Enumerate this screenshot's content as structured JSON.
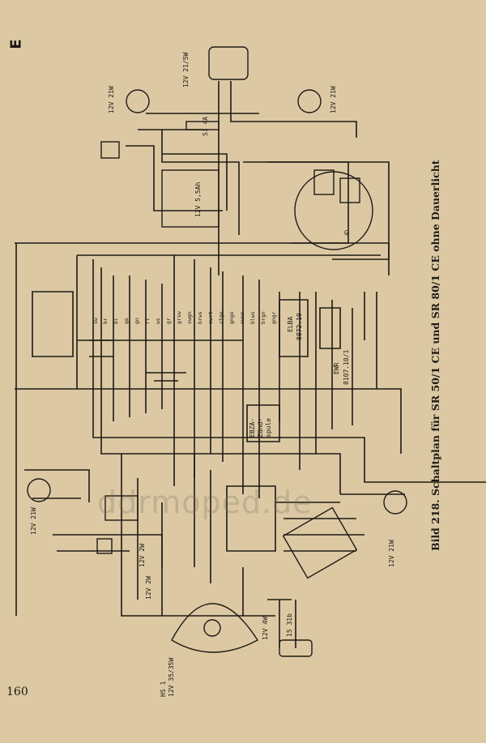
{
  "page": {
    "section_letter": "E",
    "caption": "Bild 218. Schaltplan für SR 50/1 CE und SR 80/1 CE ohne Dauerlicht",
    "page_number": "160",
    "watermark": "ddrmoped.de"
  },
  "diagram": {
    "labels": {
      "headlamp": "12V 21/5W",
      "lamp_tl": "12V 21W",
      "lamp_tr": "12V 21W",
      "fuse": "Si 4A",
      "battery": "12V 5,5Ah",
      "elba": "ELBA",
      "elba_no": "8872.10",
      "ewr": "EWR",
      "ewr_no": "8107.10/1",
      "coil_1": "EBZA-",
      "coil_2": "Zünd-",
      "coil_3": "spule",
      "lamp_bl": "12V 21W",
      "lamp_br": "12V 21W",
      "lamp_front1": "12V 2W",
      "lamp_front2": "12V 2W",
      "hs": "HS 1",
      "main_lamp": "12V 35/35W",
      "small_lamp": "12V 4W",
      "horn": "15  31b",
      "alt_gen": "G"
    },
    "wire_tags": [
      "sw",
      "br",
      "bl",
      "ge",
      "gn",
      "rt",
      "ws",
      "gr",
      "grsw",
      "swgn",
      "brws",
      "swrt",
      "rtge",
      "gnge",
      "swws",
      "blws",
      "brgn",
      "gngr"
    ]
  }
}
